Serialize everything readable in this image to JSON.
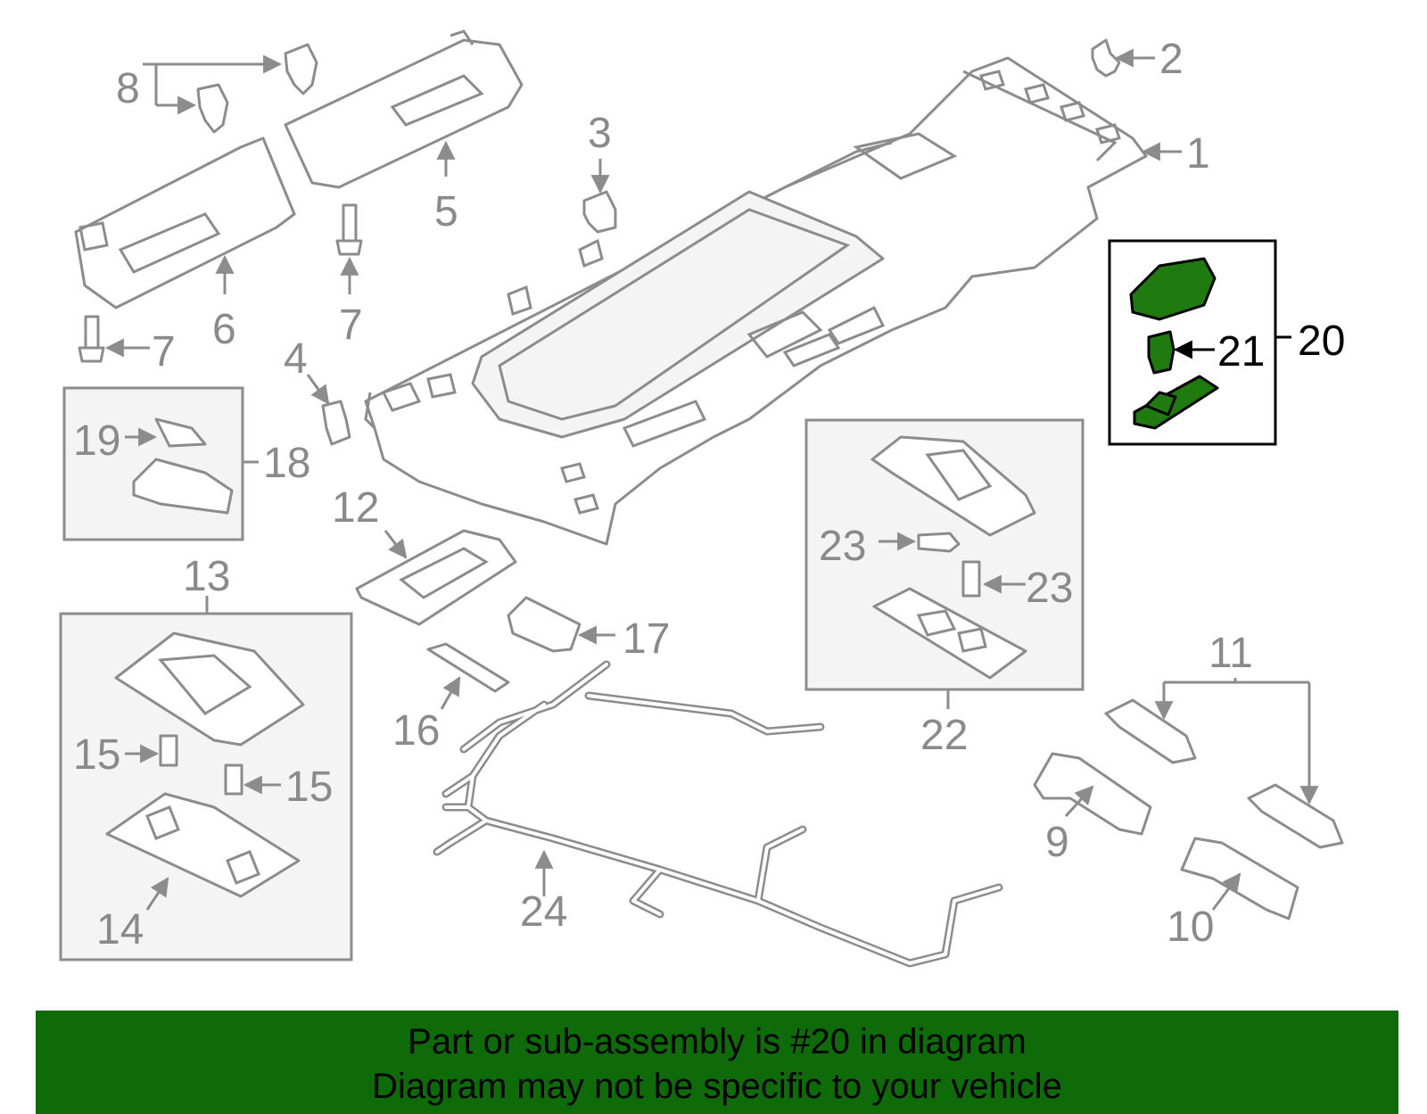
{
  "callouts": {
    "c1": "1",
    "c2": "2",
    "c3": "3",
    "c4": "4",
    "c5": "5",
    "c6": "6",
    "c7": "7",
    "c8": "8",
    "c9": "9",
    "c10": "10",
    "c11": "11",
    "c12": "12",
    "c13": "13",
    "c14": "14",
    "c15": "15",
    "c16": "16",
    "c17": "17",
    "c18": "18",
    "c19": "19",
    "c20": "20",
    "c21": "21",
    "c22": "22",
    "c23": "23",
    "c24": "24"
  },
  "highlight": {
    "part_number": "20",
    "color": "#1f7a10"
  },
  "banner": {
    "line1": "Part or sub-assembly is #20 in diagram",
    "line2": "Diagram may not be specific to your vehicle",
    "background": "#0f6b0a"
  }
}
